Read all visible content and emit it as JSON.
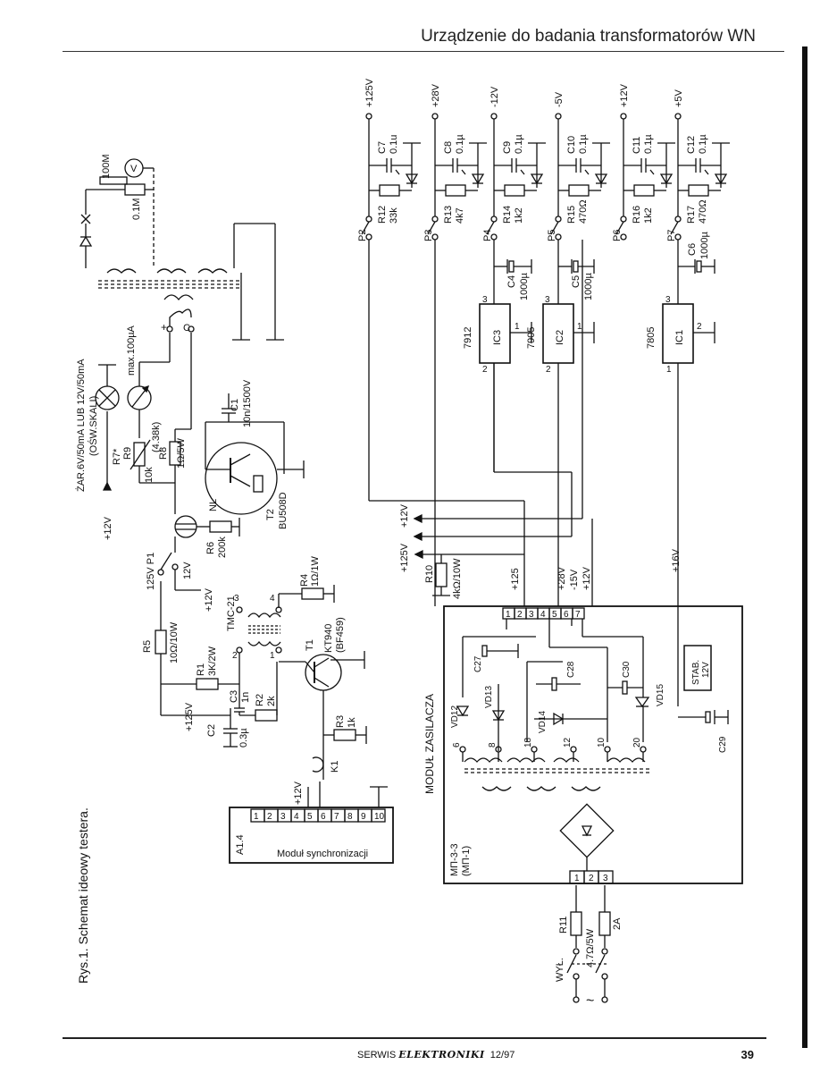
{
  "header": {
    "title": "Urządzenie do badania transformatorów WN"
  },
  "caption": "Rys.1. Schemat ideowy testera.",
  "footer": {
    "magazine_prefix": "SERWIS ",
    "magazine_name": "ELEKTRONIKI",
    "issue": "12/97",
    "page": "39"
  },
  "rails": [
    {
      "sw": "P2",
      "v": "+125V",
      "c": "C7",
      "cv": "0.1u",
      "r": "R12",
      "rv": "33k"
    },
    {
      "sw": "P3",
      "v": "+28V",
      "c": "C8",
      "cv": "0.1µ",
      "r": "R13",
      "rv": "4k7"
    },
    {
      "sw": "P4",
      "v": "-12V",
      "c": "C9",
      "cv": "0.1µ",
      "r": "R14",
      "rv": "1k2"
    },
    {
      "sw": "P5",
      "v": "-5V",
      "c": "C10",
      "cv": "0.1µ",
      "r": "R15",
      "rv": "470Ω"
    },
    {
      "sw": "P6",
      "v": "+12V",
      "c": "C11",
      "cv": "0.1µ",
      "r": "R16",
      "rv": "1k2"
    },
    {
      "sw": "P7",
      "v": "+5V",
      "c": "C12",
      "cv": "0.1µ",
      "r": "R17",
      "rv": "470Ω"
    }
  ],
  "regulators": [
    {
      "name": "IC3",
      "type": "7912",
      "pin1": "1",
      "pin2": "2",
      "pin3": "3"
    },
    {
      "name": "IC2",
      "type": "7905",
      "pin1": "1",
      "pin2": "2",
      "pin3": "3"
    },
    {
      "name": "IC1",
      "type": "7805",
      "pin1": "1",
      "pin2": "2",
      "pin3": "3"
    }
  ],
  "caps": {
    "C4": {
      "name": "C4",
      "value": "1000µ"
    },
    "C5": {
      "name": "C5",
      "value": "1000µ"
    },
    "C6": {
      "name": "C6",
      "value": "1000µ"
    },
    "C1": {
      "name": "C1",
      "value": "10n/1500V"
    },
    "C2": {
      "name": "C2",
      "value": "0.3µ"
    },
    "C3": {
      "name": "C3",
      "value": "1n"
    },
    "C27": "C27",
    "C28": "C28",
    "C29": "C29",
    "C30": "C30"
  },
  "resistors": {
    "R1": {
      "name": "R1",
      "value": "3K/2W"
    },
    "R2": {
      "name": "R2",
      "value": "2k"
    },
    "R3": {
      "name": "R3",
      "value": "1k"
    },
    "R4": {
      "name": "R4",
      "value": "1Ω/1W"
    },
    "R5": {
      "name": "R5",
      "value": "10Ω/10W"
    },
    "R6": {
      "name": "R6",
      "value": "200k"
    },
    "R7": "R7*",
    "R8": {
      "name": "R8",
      "value": "1Ω/5W"
    },
    "R9": {
      "name": "R9",
      "value": "10k",
      "extra": "(4.38k)"
    },
    "R10": {
      "name": "R10",
      "value": "4kΩ/10W"
    },
    "R11": {
      "name": "R11",
      "value": "4.7Ω/5W"
    },
    "R100M": "100M",
    "R01M": "0.1M"
  },
  "labels": {
    "zar": "ŻAR.6V/50mA LUB 12V/50mA",
    "osw": "(OŚW.SKALI)",
    "maxua": "max.100µA",
    "v_meter": "V",
    "plus12": "+12V",
    "plus12b": "+12V",
    "plus12c": "+12V",
    "plus125": "+125V",
    "p1": "125V P1",
    "p1_12": "12V",
    "nl": "NL",
    "t2": "T2",
    "t2type": "BU508D",
    "t1": "T1",
    "t1type": "KT940",
    "t1alt": "(BF459)",
    "tmc": "TMC-21",
    "plus": "+",
    "c_term": "C",
    "k1": "K1",
    "a14": "A1.4",
    "modul_sync": "Moduł synchronizacji",
    "modul_zas": "MODUŁ ZASILACZA",
    "mp33": "МП-3-3",
    "mp1": "(МП-1)",
    "stab": "STAB.",
    "stab12": "12V",
    "vd12": "VD12",
    "vd13": "VD13",
    "vd14": "VD14",
    "vd15": "VD15",
    "wyl": "WYŁ.",
    "fuse": "2A",
    "tilde": "~",
    "plus125_out": "+125V",
    "plus12_out": "+12V",
    "bus_125": "+125",
    "bus_28": "+28V",
    "bus_m15": "-15V",
    "bus_12": "+12V",
    "bus_16": "+16V"
  },
  "connector_pins": [
    "1",
    "2",
    "3",
    "4",
    "5",
    "6",
    "7",
    "8",
    "9",
    "10"
  ],
  "module_pins": [
    "1",
    "2",
    "3",
    "4",
    "5",
    "6",
    "7"
  ],
  "mains_pins": [
    "1",
    "2",
    "3"
  ],
  "winding_taps": [
    "6",
    "8",
    "18",
    "12",
    "10",
    "20"
  ],
  "tmc_pins": [
    "3",
    "4",
    "2",
    "1"
  ]
}
